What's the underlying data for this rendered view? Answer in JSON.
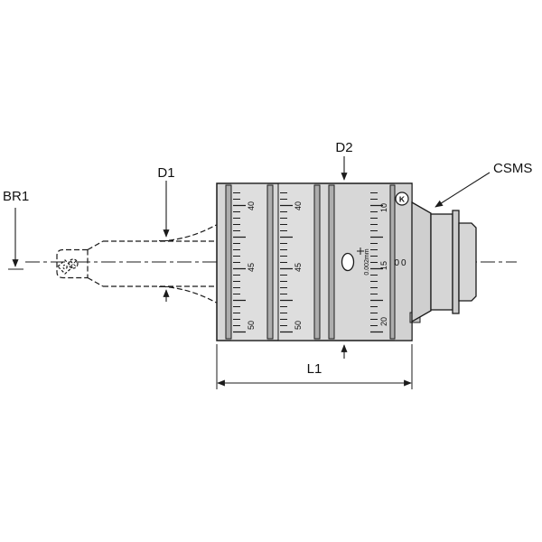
{
  "labels": {
    "br1": "BR1",
    "d1": "D1",
    "d2": "D2",
    "l1": "L1",
    "csms": "CSMS"
  },
  "dial": {
    "ring_a": [
      "40",
      "45",
      "50"
    ],
    "ring_b": [
      "40",
      "45",
      "50"
    ],
    "right": [
      "10",
      "15",
      "20"
    ],
    "zero_text": "00",
    "grad_text": "0.002mm",
    "logo_text": "K"
  },
  "colors": {
    "background": "#ffffff",
    "line": "#1b1b1b",
    "body_fill": "#d7d7d7",
    "ring_fill": "#dedede",
    "groove_fill": "#adadad",
    "shank_fill": "#d0d0d0"
  }
}
